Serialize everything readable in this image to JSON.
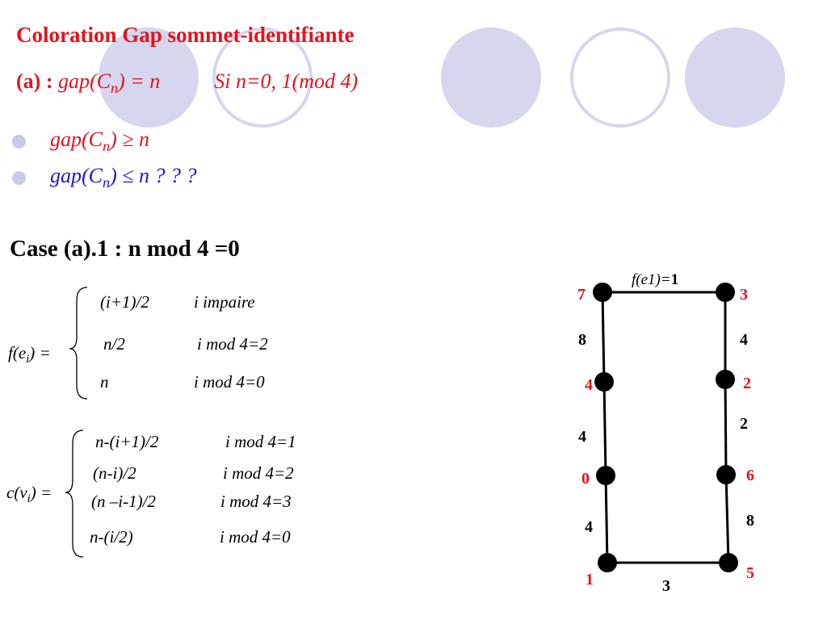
{
  "title": "Coloration Gap sommet-identifiante",
  "subtitle": {
    "label": "(a) :",
    "formula": "gap(C",
    "formula_sub": "n",
    "formula_rest": ") = n",
    "condition": "Si n=0, 1(mod 4)"
  },
  "bullets": [
    {
      "pre": "gap(C",
      "sub": "n",
      "post": ") ≥ n",
      "color": "#e0141e"
    },
    {
      "pre": "gap(C",
      "sub": "n",
      "post": ") ≤ n ? ? ?",
      "color": "#1a1acc"
    }
  ],
  "case_heading": "Case (a).1 : n mod 4 =0",
  "f_def": {
    "lhs_pre": "f(e",
    "lhs_sub": "i",
    "lhs_post": ") =",
    "rows": [
      {
        "expr": "(i+1)/2",
        "cond": "i  impaire"
      },
      {
        "expr": "n/2",
        "cond": "i mod 4=2"
      },
      {
        "expr": "n",
        "cond": "i mod 4=0"
      }
    ]
  },
  "c_def": {
    "lhs_pre": "c(v",
    "lhs_sub": "i",
    "lhs_post": ") =",
    "rows": [
      {
        "expr": "n-(i+1)/2",
        "cond": "i mod 4=1"
      },
      {
        "expr": "(n-i)/2",
        "cond": "i mod 4=2"
      },
      {
        "expr": "(n –i-1)/2",
        "cond": "i mod 4=3"
      },
      {
        "expr": "n-(i/2)",
        "cond": "i mod 4=0"
      }
    ]
  },
  "graph": {
    "edge_annotation_prefix": "f(e1)=",
    "edge_annotation_value": "1",
    "vertex_labels": [
      "7",
      "3",
      "4",
      "2",
      "0",
      "6",
      "1",
      "5"
    ],
    "edge_labels": [
      "8",
      "4",
      "4",
      "2",
      "4",
      "8",
      "3"
    ],
    "vertex_label_color": "#e0141e"
  },
  "colors": {
    "accent_red": "#e0141e",
    "accent_blue": "#1a1acc",
    "decor_lavender": "#d6d6ee",
    "bullet_lavender": "#c9c9ee"
  }
}
